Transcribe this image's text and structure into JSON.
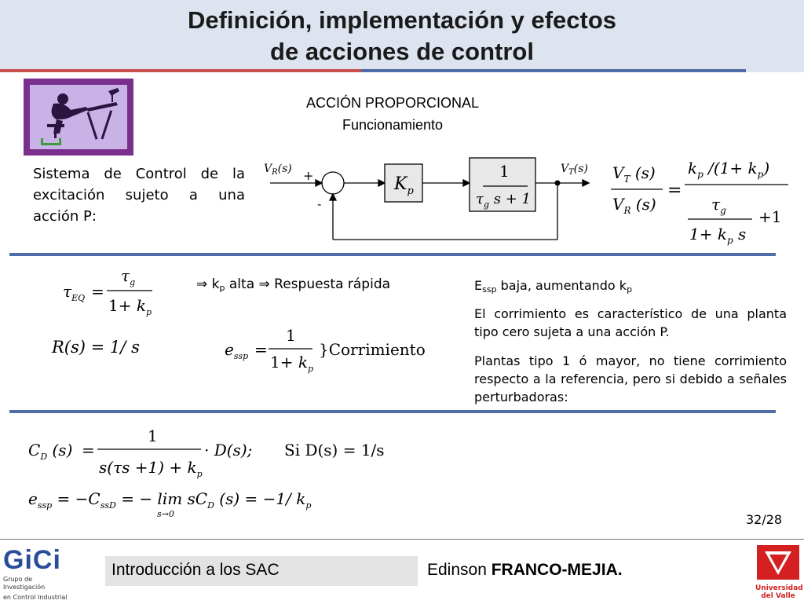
{
  "slide": {
    "title_line1": "Definición, implementación y efectos",
    "title_line2": "de acciones de control",
    "subtitle_line1": "ACCIÓN PROPORCIONAL",
    "subtitle_line2": "Funcionamiento",
    "description": "Sistema de Control de la excitación sujeto a una acción P:",
    "page_number": "32/28"
  },
  "diagram": {
    "input_signal": "V_R(s)",
    "output_signal": "V_T(s)",
    "plus_sign": "+",
    "minus_sign": "-",
    "gain_block": "K_p",
    "plant_numerator": "1",
    "plant_denominator": "τ_g s + 1"
  },
  "equations": {
    "tf_lhs_num": "V_T (s)",
    "tf_lhs_den": "V_R (s)",
    "tf_rhs_num": "k_p /(1 + k_p)",
    "tf_rhs_den_tau": "τ_g",
    "tf_rhs_den_sub": "1 + k_p s",
    "tf_rhs_den_plus": "+1",
    "tau_eq": "τ_EQ = τ_g / (1 + k_p)",
    "response_note": "⇒ k_p alta ⇒ Respuesta rápida",
    "ramp_input": "R(s) = 1/ s",
    "essp_formula": "e_ssp = 1 / (1 + k_p)",
    "essp_label": "}Corrimiento",
    "cd_formula": "C_D(s) = 1 / (s(τs + 1) + k_p) · D(s);",
    "cd_condition": "Si D(s) = 1/s",
    "essp_disturbance": "e_ssp = −C_ssD = − lim sC_D(s) = −1/ k_p",
    "lim_sub": "s→0"
  },
  "notes": {
    "note1": "E_ssp baja, aumentando k_p",
    "note2": "El corrimiento es característico de una planta tipo cero sujeta a una acción P.",
    "note3": "Plantas tipo 1 ó mayor, no tiene corrimiento respecto a la referencia, pero si debido a señales perturbadoras:"
  },
  "footer": {
    "course": "Introducción a los SAC",
    "author_first": "Edinson",
    "author_last": "FRANCO-MEJIA.",
    "left_logo_text": "GiCi",
    "left_logo_caption1": "Grupo de Investigación",
    "left_logo_caption2": "en Control Industrial",
    "right_logo_caption1": "Universidad",
    "right_logo_caption2": "del Valle"
  },
  "colors": {
    "header_bg": "#dde4f0",
    "accent_red": "#c8504d",
    "accent_blue": "#4f6ea8",
    "logo_purple": "#7a2f8e"
  }
}
